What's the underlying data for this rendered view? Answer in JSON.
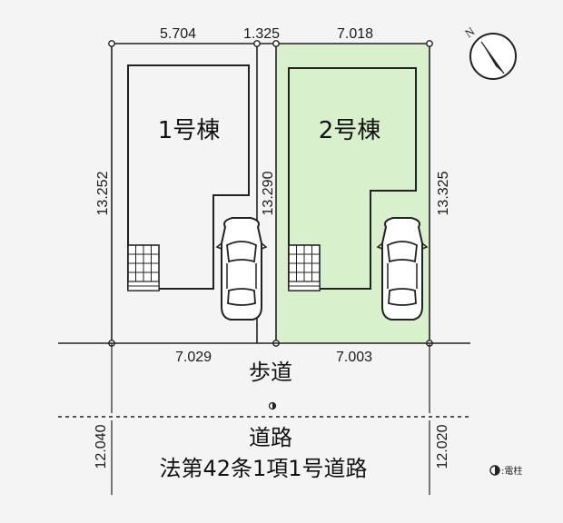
{
  "lots": [
    {
      "label": "1号棟"
    },
    {
      "label": "2号棟"
    }
  ],
  "dimensions": {
    "top_left": "5.704",
    "top_gap": "1.325",
    "top_right": "7.018",
    "left_side": "13.252",
    "middle_side": "13.290",
    "right_side": "13.325",
    "bottom_left": "7.029",
    "bottom_right": "7.003",
    "road_left": "12.040",
    "road_right": "12.020"
  },
  "labels": {
    "sidewalk": "歩道",
    "road": "道路",
    "road_type": "法第42条1項1号道路",
    "legend": ":電柱"
  },
  "icons": {
    "compass": "north-arrow-icon",
    "utility_pole": "utility-pole-icon",
    "car": "car-icon",
    "stairs": "entrance-steps-icon"
  },
  "colors": {
    "highlight_lot": "#d8f0cc",
    "line": "#222222"
  }
}
